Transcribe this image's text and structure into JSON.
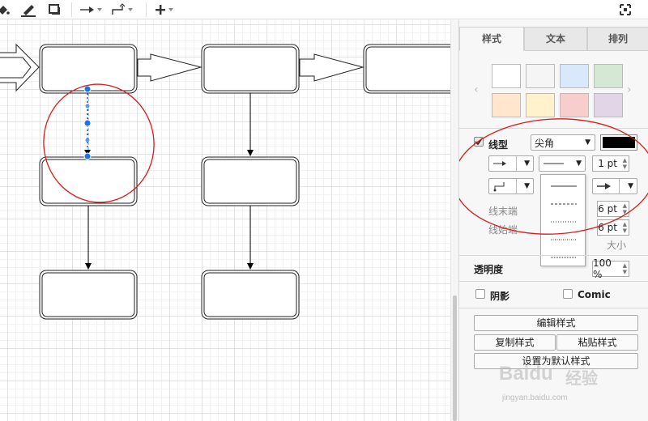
{
  "toolbar": {
    "tools": [
      {
        "name": "fill-icon"
      },
      {
        "name": "line-color-icon"
      },
      {
        "name": "shadow-icon"
      },
      {
        "name": "connection-arrow-icon"
      },
      {
        "name": "waypoints-icon"
      },
      {
        "name": "insert-plus-icon"
      },
      {
        "name": "fullscreen-icon"
      }
    ]
  },
  "panel": {
    "tabs": [
      {
        "label": "样式",
        "active": true
      },
      {
        "label": "文本",
        "active": false
      },
      {
        "label": "排列",
        "active": false
      }
    ],
    "swatches": [
      "#ffffff",
      "#f5f5f5",
      "#dae8fc",
      "#d5e8d4",
      "#ffe6cc",
      "#fff2cc",
      "#f8cecc",
      "#e1d5e7"
    ],
    "line": {
      "label": "线型",
      "checked": true,
      "corner_value": "尖角",
      "color": "#000000",
      "width_value": "1 pt",
      "line_end_label": "线末端",
      "line_start_label": "线始端",
      "line_end_value": "6 pt",
      "line_start_value": "6 pt",
      "size_label": "大小"
    },
    "opacity": {
      "label": "透明度",
      "value": "100 %"
    },
    "shadow": {
      "label": "阴影",
      "checked": false
    },
    "comic": {
      "label": "Comic",
      "checked": false
    },
    "buttons": {
      "edit_style": "编辑样式",
      "copy_style": "复制样式",
      "paste_style": "粘贴样式",
      "set_default": "设置为默认样式"
    }
  },
  "watermark": {
    "brand": "Baidu",
    "brand_cn": "经验",
    "url": "jingyan.baidu.com"
  },
  "colors": {
    "accent": "#1a73e8",
    "annotation": "#d81b1b",
    "grid": "#e4e4e4"
  }
}
